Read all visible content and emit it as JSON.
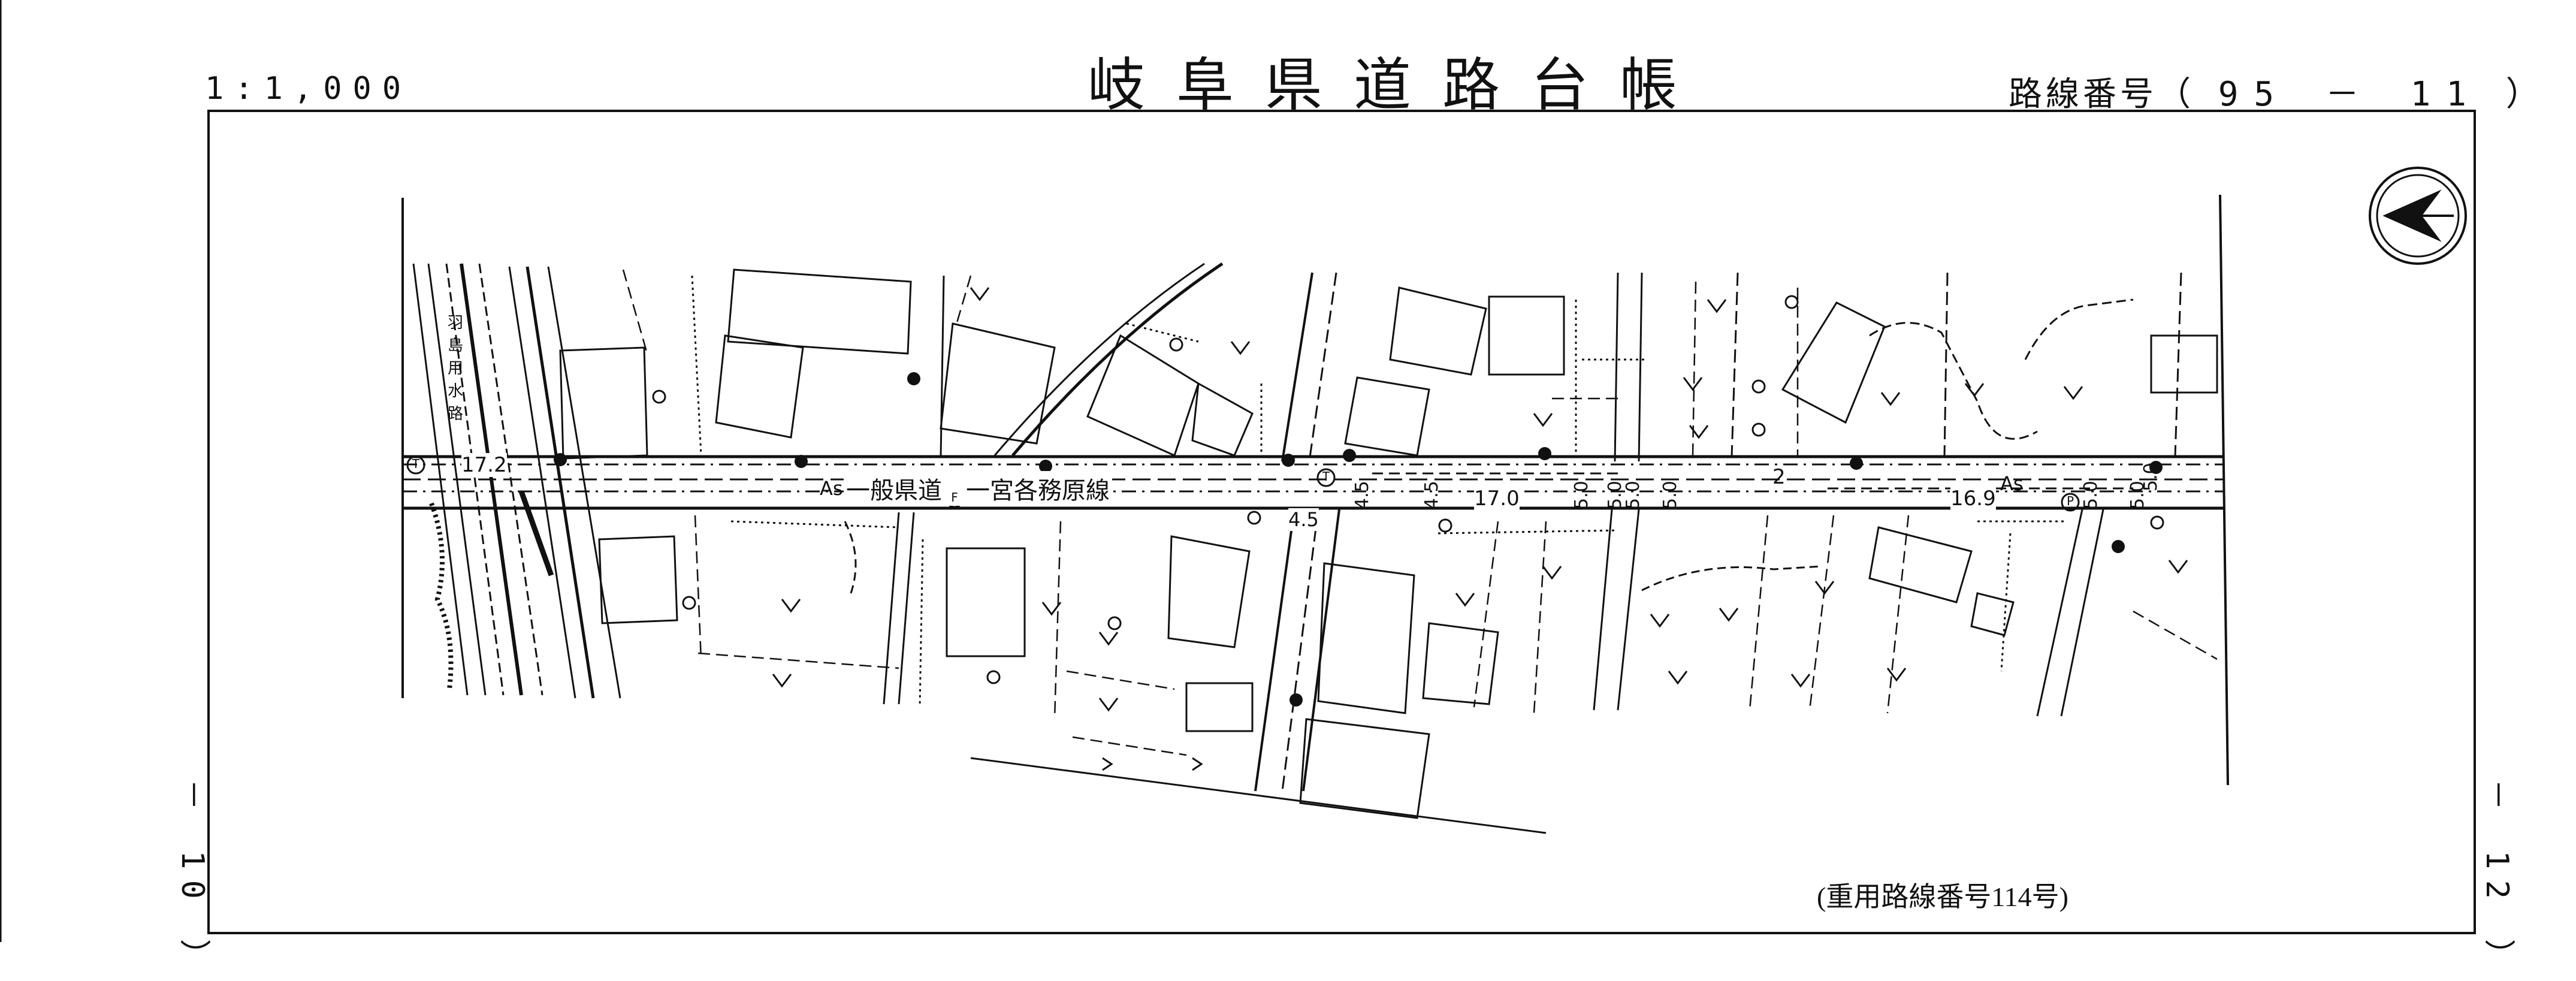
{
  "header": {
    "scale": "1:1,000",
    "title": "岐阜県道路台帳",
    "route_prefix": "路線番号（",
    "route_number": "95 － 11",
    "route_suffix": "）"
  },
  "sheet_neighbors": {
    "left": "－ 10 ）",
    "right": "－ 12 ）"
  },
  "note": "(重用路線番号114号)",
  "map": {
    "road_name": "一般県道　一宮各務原線",
    "surface_left": "As",
    "surface_right": "As",
    "canal": [
      "羽",
      "島",
      "用",
      "水",
      "路"
    ],
    "dimensions": {
      "width_west": "17.2",
      "width_mid": "17.0",
      "width_east": "16.9",
      "cross_a": "4.5",
      "cross_b": "4.5",
      "cross_c": "4.5",
      "cross_d": "5.0",
      "cross_e": "5.0",
      "cross_f": "5.0",
      "cross_g": "5.0",
      "cross_h": "5.0",
      "cross_i": "5.0",
      "cross_j": "5.0",
      "km": "2"
    },
    "symbols": {
      "tel": "T",
      "fire": "F",
      "post": "P"
    },
    "colors": {
      "ink": "#111111",
      "paper": "#ffffff"
    }
  }
}
